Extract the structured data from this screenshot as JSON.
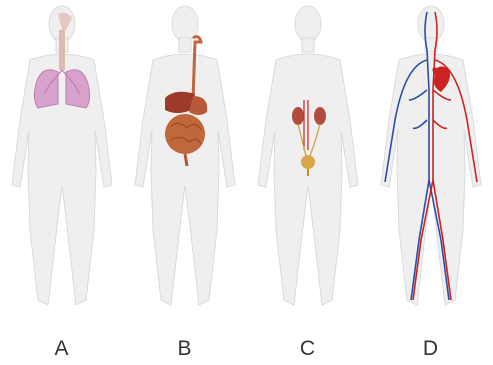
{
  "panels": [
    {
      "label": "A",
      "system": "respiratory"
    },
    {
      "label": "B",
      "system": "digestive"
    },
    {
      "label": "C",
      "system": "urinary"
    },
    {
      "label": "D",
      "system": "circulatory"
    }
  ],
  "colors": {
    "body": "#efefef",
    "body_outline": "#dadada",
    "lung": "#d9a2cc",
    "digestive": "#c0673c",
    "kidney": "#b24b3c",
    "artery": "#cc2222",
    "vein": "#2a4fa8"
  }
}
